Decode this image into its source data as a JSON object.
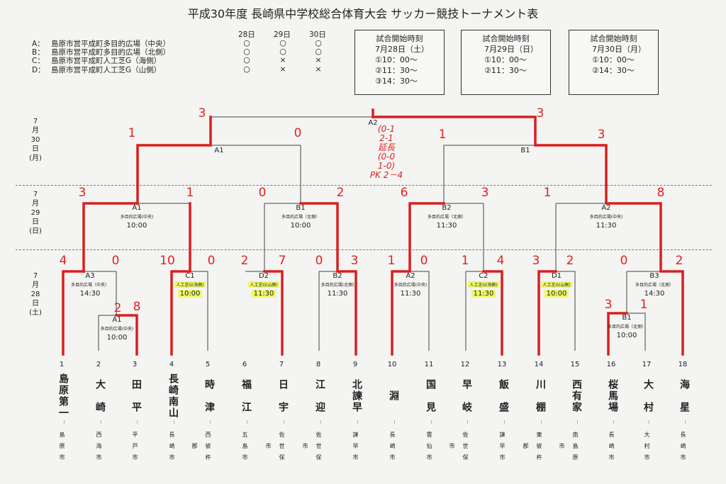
{
  "title": "平成30年度 長崎県中学校総合体育大会 サッカー競技トーナメント表",
  "venues": [
    {
      "code": "A：",
      "name": "島原市営平成町多目的広場（中央）",
      "d28": "○",
      "d29": "○",
      "d30": "○"
    },
    {
      "code": "B：",
      "name": "島原市営平成町多目的広場（北側）",
      "d28": "○",
      "d29": "○",
      "d30": "○"
    },
    {
      "code": "C：",
      "name": "島原市営平成町人工芝G（海側）",
      "d28": "○",
      "d29": "×",
      "d30": "×"
    },
    {
      "code": "D：",
      "name": "島原市営平成町人工芝G（山側）",
      "d28": "○",
      "d29": "×",
      "d30": "×"
    }
  ],
  "day_headers": [
    "28日",
    "29日",
    "30日"
  ],
  "schedule": [
    {
      "title": "試合開始時刻",
      "date": "7月28日（土）",
      "times": [
        "①10：00～",
        "②11：30～",
        "③14：30～"
      ]
    },
    {
      "title": "試合開始時刻",
      "date": "7月29日（日）",
      "times": [
        "①10：00～",
        "②11：30～"
      ]
    },
    {
      "title": "試合開始時刻",
      "date": "7月30日（月）",
      "times": [
        "①10：00～",
        "②14：30～"
      ]
    }
  ],
  "day_labels": [
    [
      "7",
      "月",
      "30",
      "日",
      "(月)"
    ],
    [
      "7",
      "月",
      "29",
      "日",
      "(日)"
    ],
    [
      "7",
      "月",
      "28",
      "日",
      "(土)"
    ]
  ],
  "matches": {
    "final": {
      "name": "A2"
    },
    "semi_l": {
      "name": "A1"
    },
    "semi_r": {
      "name": "B1"
    },
    "qf1": {
      "name": "A1",
      "venue": "多目的広場(中央)",
      "time": "10:00"
    },
    "qf2": {
      "name": "B1",
      "venue": "多目的広場（北側）",
      "time": "10:00"
    },
    "qf3": {
      "name": "B2",
      "venue": "多目的広場（北側）",
      "time": "11:30"
    },
    "qf4": {
      "name": "A2",
      "venue": "多目的広場(中央)",
      "time": "11:30"
    },
    "r1_a3": {
      "name": "A3",
      "venue": "多目的広場（中央）",
      "time": "14:30"
    },
    "r1_c1": {
      "name": "C1",
      "venue": "人工芝G(海側)",
      "time": "10:00"
    },
    "r1_d2": {
      "name": "D2",
      "venue": "人工芝G(山側)",
      "time": "11:30"
    },
    "r1_b2": {
      "name": "B2",
      "venue": "多目的広場(北側)",
      "time": "11:30"
    },
    "r1_a2": {
      "name": "A2",
      "venue": "多目的広場(中央)",
      "time": "11:30"
    },
    "r1_c2": {
      "name": "C2",
      "venue": "人工芝G(海側)",
      "time": "11:30"
    },
    "r1_d1": {
      "name": "D1",
      "venue": "人工芝G(山側)",
      "time": "10:00"
    },
    "r1_b3": {
      "name": "B3",
      "venue": "多目的広場（北側）",
      "time": "14:30"
    },
    "pre_a1": {
      "name": "A1",
      "venue": "多目的広場(中央)",
      "time": "10:00"
    },
    "pre_b1": {
      "name": "B1",
      "venue": "多目的広場（北側）",
      "time": "10:00"
    }
  },
  "teams": [
    {
      "num": "1",
      "name": "島原第一",
      "city": "島原市"
    },
    {
      "num": "2",
      "name": "大　崎",
      "city": "西海市"
    },
    {
      "num": "3",
      "name": "田　平",
      "city": "平戸市"
    },
    {
      "num": "4",
      "name": "長崎南山",
      "city": "長崎市"
    },
    {
      "num": "5",
      "name": "時　津",
      "city": "西彼杵郡"
    },
    {
      "num": "6",
      "name": "福　江",
      "city": "五島市"
    },
    {
      "num": "7",
      "name": "日　宇",
      "city": "佐世保市"
    },
    {
      "num": "8",
      "name": "江　迎",
      "city": "佐世保市"
    },
    {
      "num": "9",
      "name": "北諫早",
      "city": "諫早市"
    },
    {
      "num": "10",
      "name": "淵",
      "city": "長崎市"
    },
    {
      "num": "11",
      "name": "国　見",
      "city": "雲仙市"
    },
    {
      "num": "12",
      "name": "早　岐",
      "city": "佐世保市"
    },
    {
      "num": "13",
      "name": "飯　盛",
      "city": "諫早市"
    },
    {
      "num": "14",
      "name": "川　棚",
      "city": "東彼杵郡"
    },
    {
      "num": "15",
      "name": "西有家",
      "city": "南島原市"
    },
    {
      "num": "16",
      "name": "桜馬場",
      "city": "長崎市"
    },
    {
      "num": "17",
      "name": "大　村",
      "city": "大村市"
    },
    {
      "num": "18",
      "name": "海　星",
      "city": "長崎市"
    }
  ],
  "scores": {
    "final_l": "3",
    "final_r": "3",
    "semi_l_l": "1",
    "semi_l_r": "0",
    "semi_r_l": "1",
    "semi_r_r": "3",
    "qf1_l": "3",
    "qf1_r": "1",
    "qf2_l": "0",
    "qf2_r": "2",
    "qf3_l": "6",
    "qf3_r": "3",
    "qf4_l": "1",
    "qf4_r": "8",
    "a3_l": "4",
    "a3_r": "0",
    "c1_l": "10",
    "c1_r": "0",
    "d2_l": "2",
    "d2_r": "7",
    "b2_l": "0",
    "b2_r": "3",
    "a2_l": "1",
    "a2_r": "0",
    "c2_l": "1",
    "c2_r": "4",
    "d1_l": "3",
    "d1_r": "2",
    "b3_l": "0",
    "b3_r": "2",
    "pa1_l": "2",
    "pa1_r": "8",
    "pb1_l": "3",
    "pb1_r": "1"
  },
  "final_annotation": [
    "(0-1",
    "2-1",
    "延長",
    "(0-0",
    "1-0)",
    "PK 2－4"
  ]
}
